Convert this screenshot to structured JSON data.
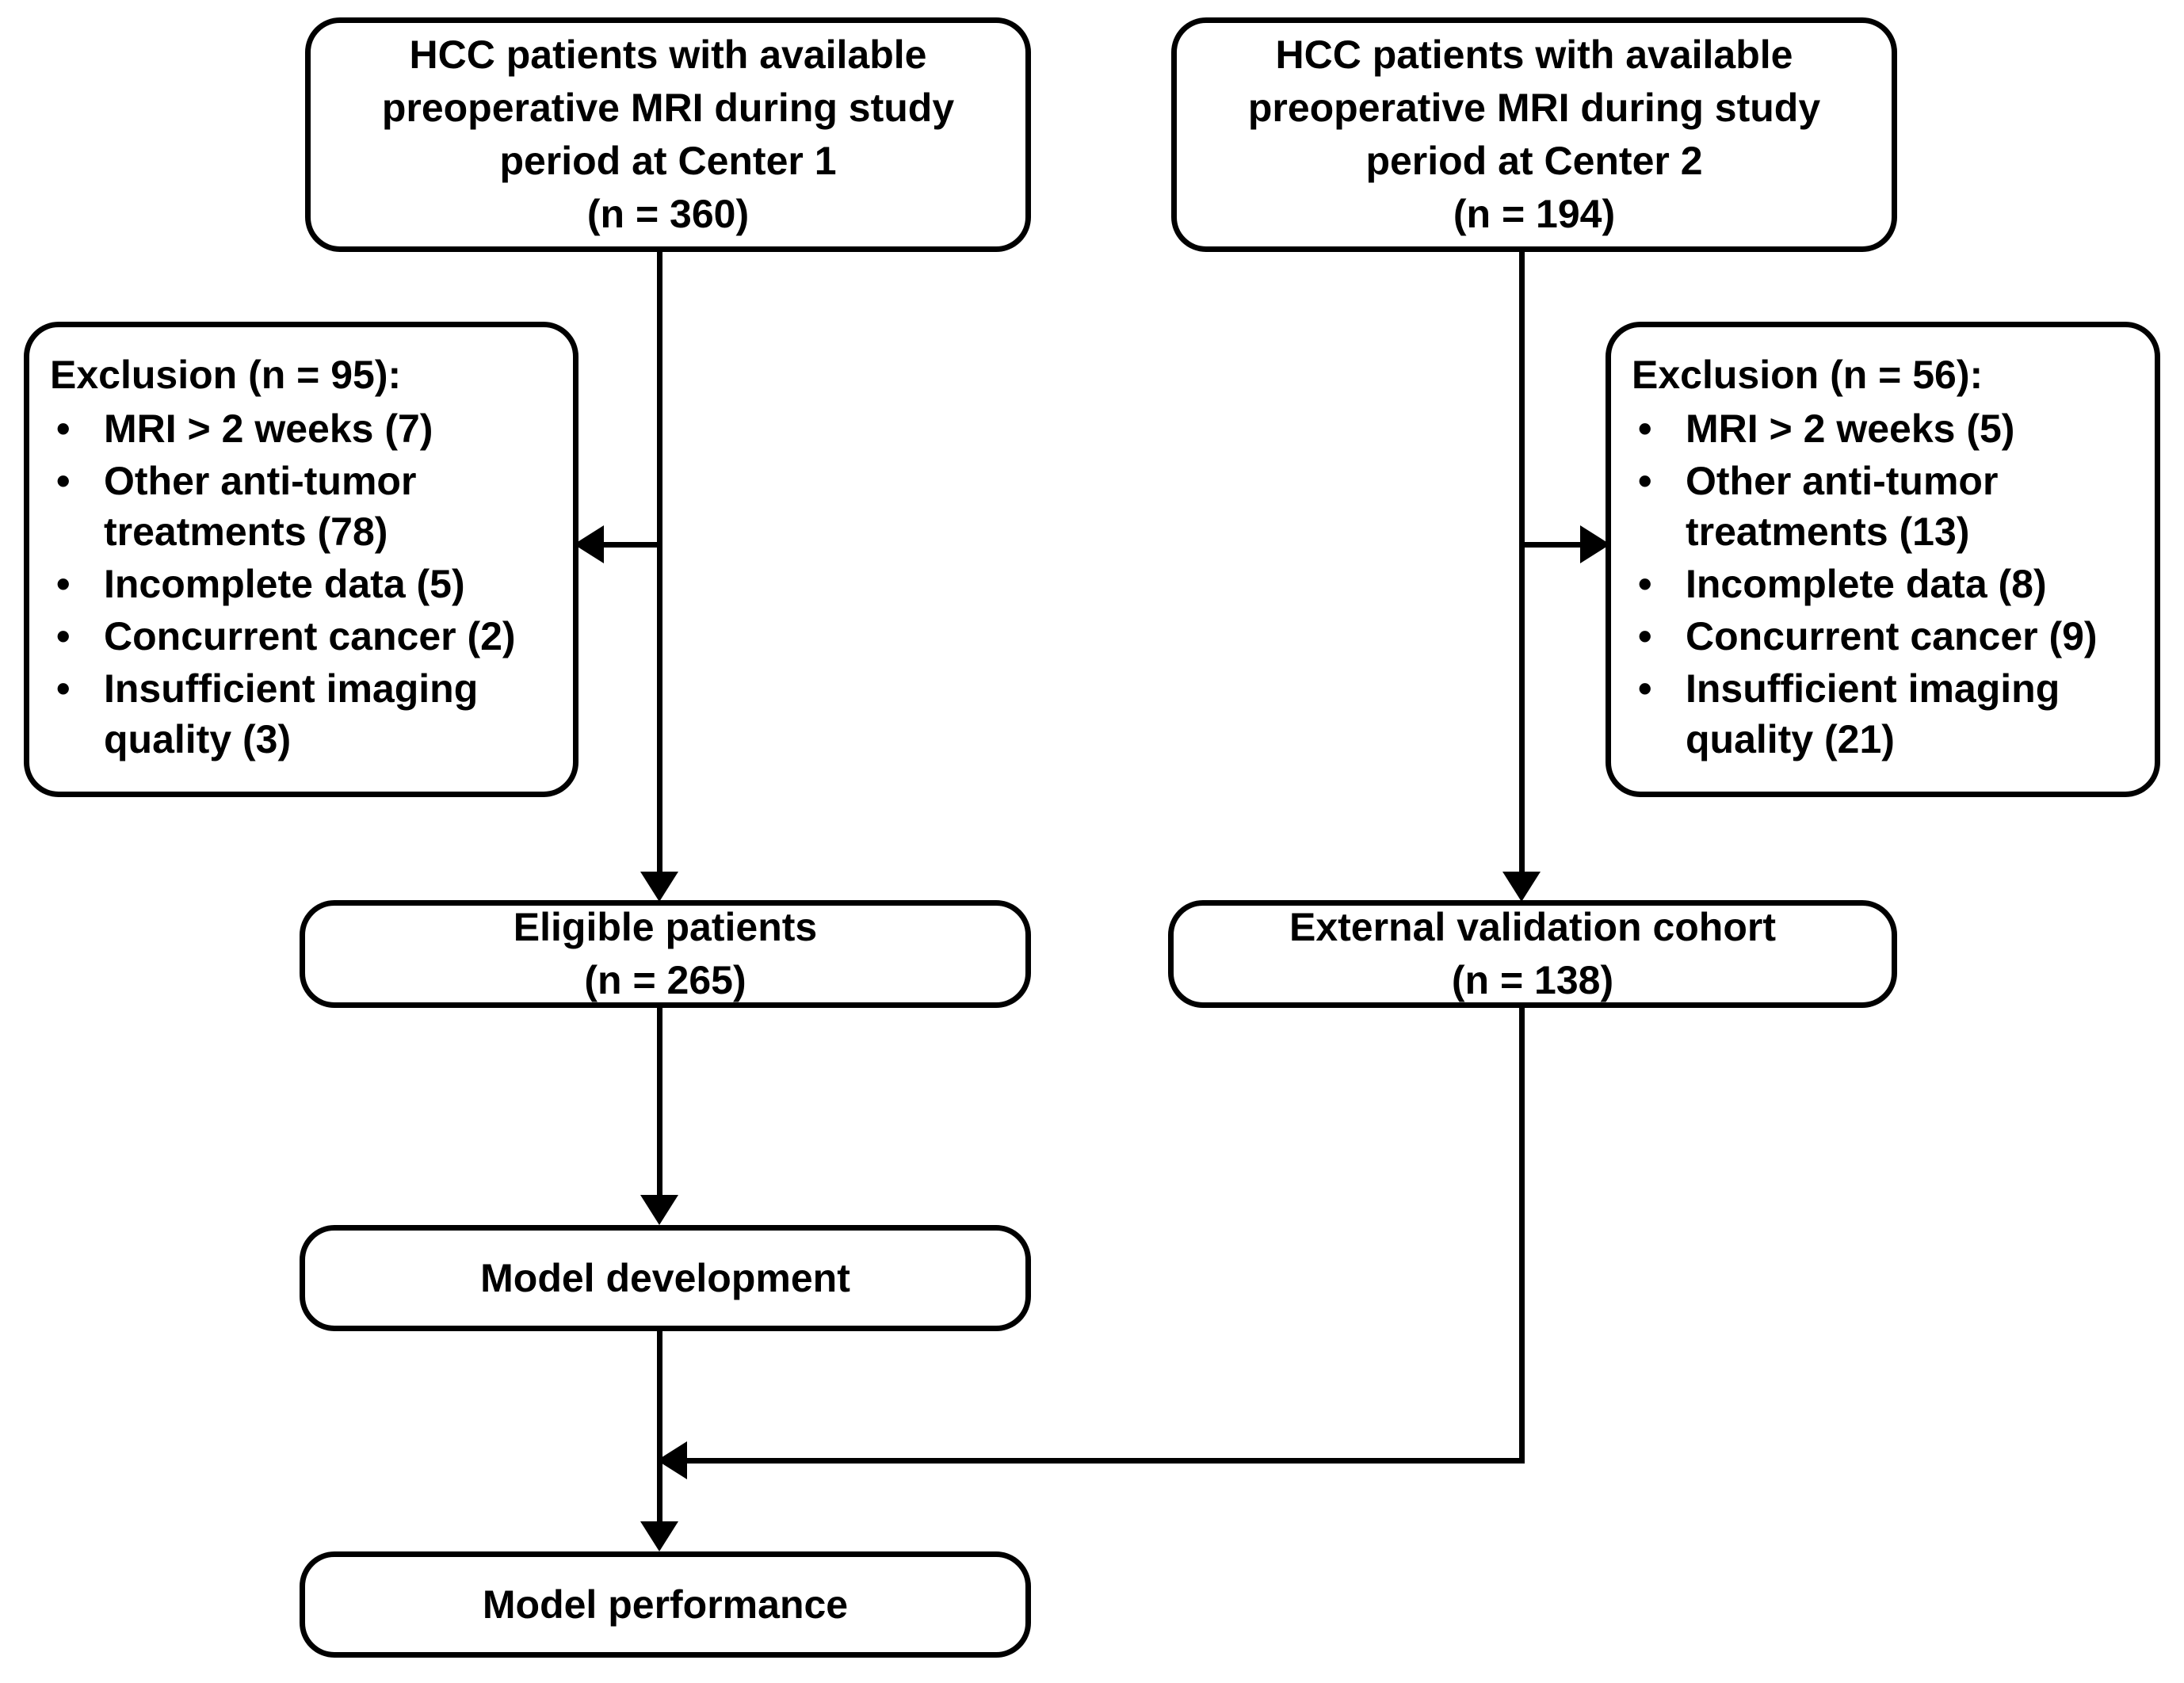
{
  "figure": {
    "type": "flowchart",
    "orientation": "top-to-bottom",
    "background_color": "#ffffff",
    "stroke_color": "#000000"
  },
  "nodes": {
    "source_center1": {
      "id": "source-center-1",
      "lines": [
        "HCC patients with available",
        "preoperative MRI during study",
        "period at Center 1",
        "(n = 360)"
      ],
      "count": 360
    },
    "source_center2": {
      "id": "source-center-2",
      "lines": [
        "HCC patients with available",
        "preoperative MRI during study",
        "period at Center 2",
        "(n = 194)"
      ],
      "count": 194
    },
    "exclusion_center1": {
      "id": "exclusion-center-1",
      "title": "Exclusion (n = 95):",
      "total": 95,
      "bullet": "•",
      "items": [
        {
          "label": "MRI > 2 weeks (7)",
          "reason": "MRI > 2 weeks",
          "count": 7
        },
        {
          "label": "Other anti-tumor treatments (78)",
          "reason": "Other anti-tumor treatments",
          "count": 78
        },
        {
          "label": "Incomplete data (5)",
          "reason": "Incomplete data",
          "count": 5
        },
        {
          "label": "Concurrent cancer (2)",
          "reason": "Concurrent cancer",
          "count": 2
        },
        {
          "label": "Insufficient imaging quality (3)",
          "reason": "Insufficient imaging quality",
          "count": 3
        }
      ],
      "item_lines": [
        [
          "MRI > 2 weeks (7)"
        ],
        [
          "Other anti-tumor",
          "treatments (78)"
        ],
        [
          "Incomplete data (5)"
        ],
        [
          "Concurrent cancer (2)"
        ],
        [
          "Insufficient imaging",
          "quality (3)"
        ]
      ]
    },
    "exclusion_center2": {
      "id": "exclusion-center-2",
      "title": "Exclusion (n = 56):",
      "total": 56,
      "bullet": "•",
      "items": [
        {
          "label": "MRI > 2 weeks (5)",
          "reason": "MRI > 2 weeks",
          "count": 5
        },
        {
          "label": "Other anti-tumor treatments (13)",
          "reason": "Other anti-tumor treatments",
          "count": 13
        },
        {
          "label": "Incomplete data (8)",
          "reason": "Incomplete data",
          "count": 8
        },
        {
          "label": "Concurrent cancer (9)",
          "reason": "Concurrent cancer",
          "count": 9
        },
        {
          "label": "Insufficient imaging quality (21)",
          "reason": "Insufficient imaging quality",
          "count": 21
        }
      ],
      "item_lines": [
        [
          "MRI > 2 weeks (5)"
        ],
        [
          "Other anti-tumor",
          "treatments (13)"
        ],
        [
          "Incomplete data (8)"
        ],
        [
          "Concurrent cancer (9)"
        ],
        [
          "Insufficient imaging",
          "quality (21)"
        ]
      ]
    },
    "eligible": {
      "id": "eligible-patients",
      "lines": [
        "Eligible patients",
        "(n = 265)"
      ],
      "count": 265
    },
    "external_validation": {
      "id": "external-validation-cohort",
      "lines": [
        "External validation cohort",
        "(n = 138)"
      ],
      "count": 138
    },
    "model_development": {
      "id": "model-development",
      "lines": [
        "Model development"
      ]
    },
    "model_performance": {
      "id": "model-performance",
      "lines": [
        "Model performance"
      ]
    }
  },
  "edges": [
    {
      "from": "source_center1",
      "to": "eligible",
      "kind": "arrow-down"
    },
    {
      "from": "source_center1",
      "to": "exclusion_center1",
      "kind": "arrow-left"
    },
    {
      "from": "source_center2",
      "to": "external_validation",
      "kind": "arrow-down"
    },
    {
      "from": "source_center2",
      "to": "exclusion_center2",
      "kind": "arrow-right"
    },
    {
      "from": "eligible",
      "to": "model_development",
      "kind": "arrow-down"
    },
    {
      "from": "model_development",
      "to": "model_performance",
      "kind": "arrow-down"
    },
    {
      "from": "external_validation",
      "to": "model_performance",
      "kind": "elbow-arrow-left"
    }
  ]
}
